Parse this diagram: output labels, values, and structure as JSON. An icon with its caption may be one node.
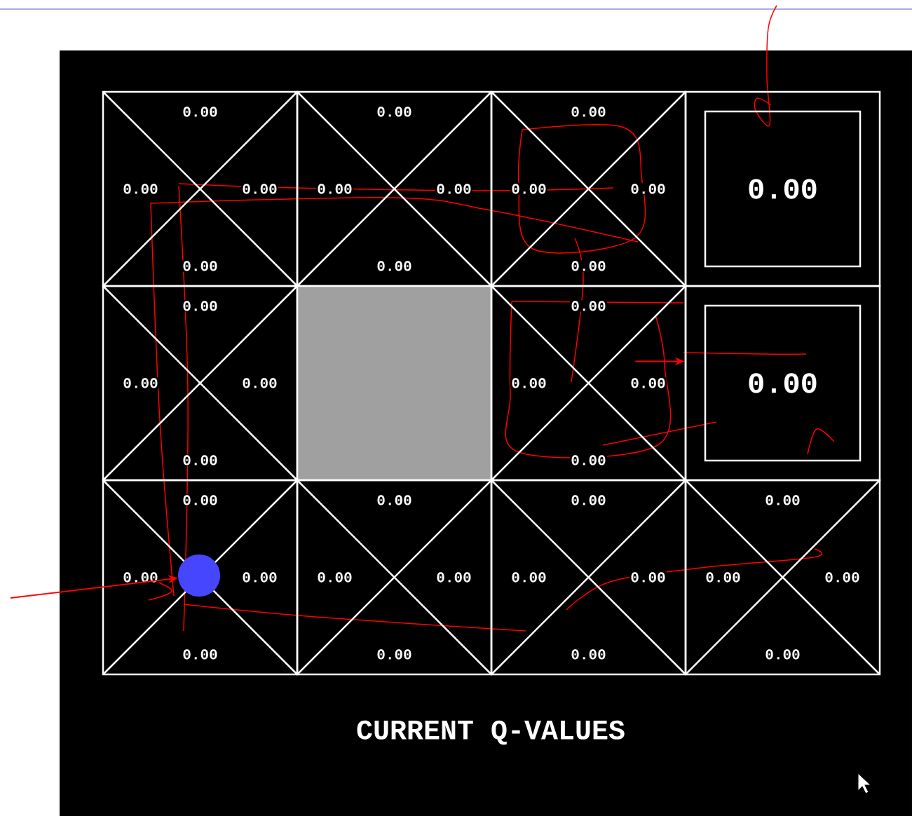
{
  "diagram": {
    "title": "CURRENT Q-VALUES",
    "nodes": [
      {
        "text": [
          "0.00",
          "0.00",
          "0.00",
          "0.00"
        ]
      },
      {
        "text": [
          "0.00",
          "0.00",
          "0.00",
          "0.00"
        ]
      },
      {
        "text": [
          "0.00",
          "0.00",
          "0.00",
          "0.00"
        ]
      },
      {
        "text": [
          "0.00"
        ]
      },
      {
        "text": [
          "0.00",
          "0.00",
          "0.00",
          "0.00"
        ]
      },
      {
        "text": [],
        "shape": "box"
      },
      {
        "text": [
          "0.00",
          "0.00",
          "0.00",
          "0.00"
        ]
      },
      {
        "text": [
          "0.00"
        ]
      },
      {
        "text": [
          "0.00",
          "0.00",
          "0.00",
          "0.00"
        ]
      },
      {
        "text": [
          "0.00",
          "0.00",
          "0.00",
          "0.00"
        ]
      },
      {
        "text": [
          "0.00",
          "0.00",
          "0.00",
          "0.00"
        ]
      },
      {
        "text": [
          "0.00",
          "0.00",
          "0.00",
          "0.00"
        ]
      },
      {
        "text": [],
        "shape": "circle",
        "in": 8
      }
    ],
    "edges": [
      {
        "from": null,
        "to": 12,
        "arrow": "to",
        "color": "#ff0000"
      },
      {
        "from": 6,
        "to": 7,
        "arrow": "to",
        "color": "#ff0000"
      }
    ]
  }
}
